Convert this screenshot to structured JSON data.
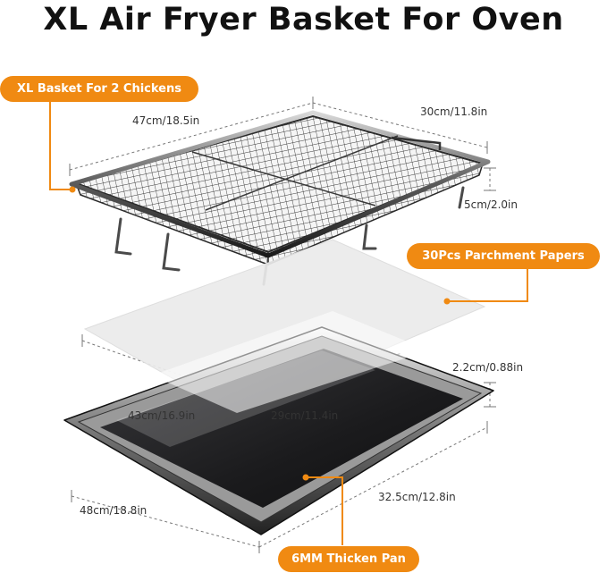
{
  "title": "XL Air Fryer Basket For Oven",
  "callouts": {
    "basket": "XL Basket For 2 Chickens",
    "papers": "30Pcs Parchment Papers",
    "pan": "6MM Thicken Pan"
  },
  "dimensions": {
    "basket_length": "47cm/18.5in",
    "basket_width": "30cm/11.8in",
    "basket_height": "5cm/2.0in",
    "paper_length": "43cm/16.9in",
    "paper_width": "29cm/11.4in",
    "pan_height": "2.2cm/0.88in",
    "pan_length": "48cm/18.8in",
    "pan_width": "32.5cm/12.8in"
  },
  "colors": {
    "accent": "#f08a12",
    "pan_dark": "#1c1c1e",
    "paper": "#eeeeee"
  }
}
